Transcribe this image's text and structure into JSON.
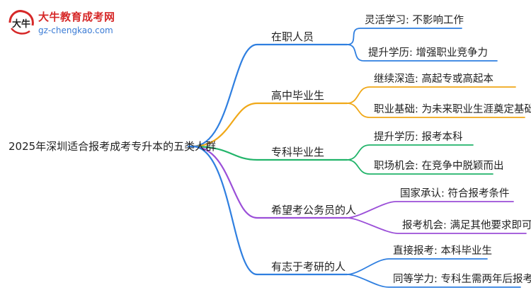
{
  "brand": {
    "title": "大牛教育成考网",
    "url": "gz-chengkao.com",
    "mark_text": "大牛"
  },
  "mindmap": {
    "root": "2025年深圳适合报考成考专升本的五类人群",
    "branches": [
      {
        "label": "在职人员",
        "color": "#2f7fe0",
        "children": [
          "灵活学习: 不影响工作",
          "提升学历: 增强职业竞争力"
        ]
      },
      {
        "label": "高中毕业生",
        "color": "#f0a818",
        "children": [
          "继续深造: 高起专或高起本",
          "职业基础: 为未来职业生涯奠定基础"
        ]
      },
      {
        "label": "专科毕业生",
        "color": "#22b46a",
        "children": [
          "提升学历: 报考本科",
          "职场机会: 在竞争中脱颖而出"
        ]
      },
      {
        "label": "希望考公务员的人",
        "color": "#9b4fd8",
        "children": [
          "国家承认: 符合报考条件",
          "报考机会: 满足其他要求即可"
        ]
      },
      {
        "label": "有志于考研的人",
        "color": "#2f7fe0",
        "children": [
          "直接报考: 本科毕业生",
          "同等学力: 专科生需两年后报考"
        ]
      }
    ]
  }
}
